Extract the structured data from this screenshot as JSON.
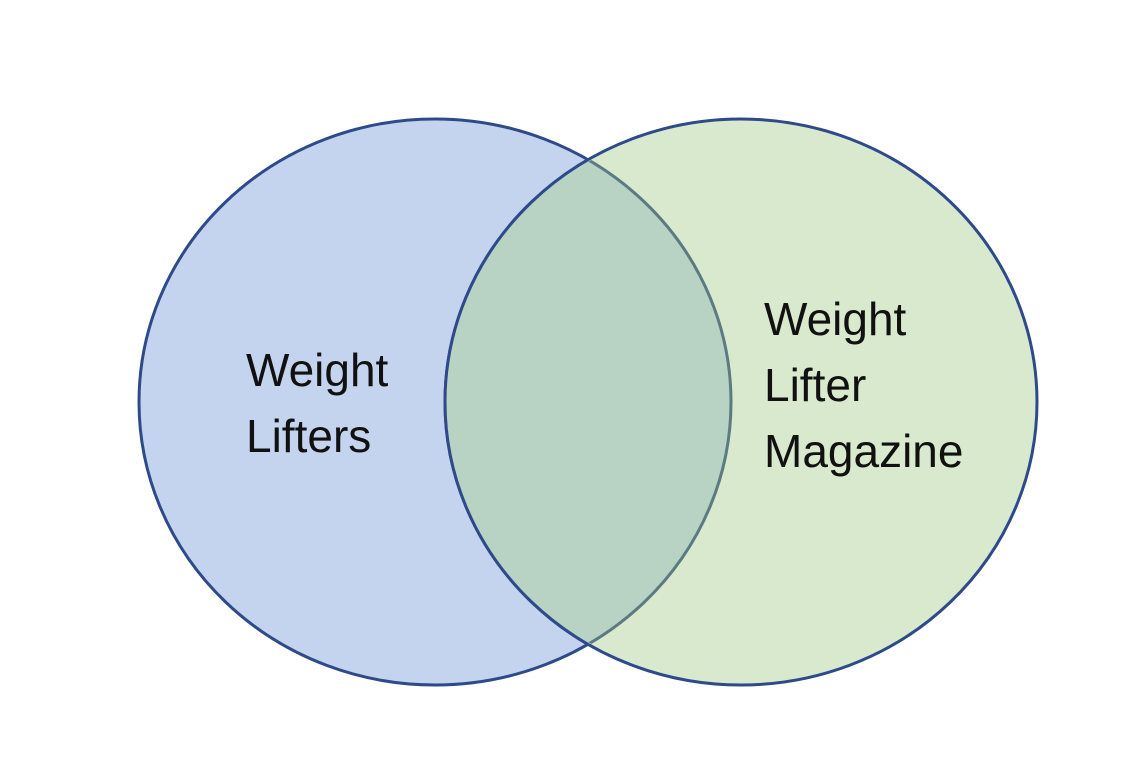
{
  "diagram": {
    "type": "venn",
    "sets": [
      {
        "label_lines": [
          "Weight",
          "Lifters"
        ],
        "fill_color": "#c5d4ee",
        "stroke_color": "#2e4a8a"
      },
      {
        "label_lines": [
          "Weight",
          "Lifter",
          "Magazine"
        ],
        "fill_color": "#d9e9cd",
        "stroke_color": "#2e4a8a"
      }
    ],
    "intersection": {
      "fill_color": "#b8d3c3",
      "stroke_color": "#5b7a82"
    }
  }
}
